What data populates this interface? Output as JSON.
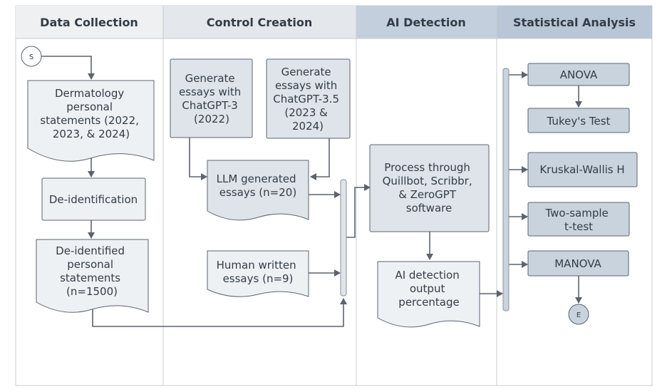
{
  "lanes": [
    {
      "title": "Data Collection"
    },
    {
      "title": "Control Creation"
    },
    {
      "title": "AI Detection"
    },
    {
      "title": "Statistical Analysis"
    }
  ],
  "nodes": {
    "start": "S",
    "derm_statements": [
      "Dermatology",
      "personal",
      "statements (2022,",
      "2023, & 2024)"
    ],
    "deidentification": [
      "De-identification"
    ],
    "deidentified_statements": [
      "De-identified",
      "personal",
      "statements",
      "(n=1500)"
    ],
    "gpt3": [
      "Generate",
      "essays with",
      "ChatGPT-3",
      "(2022)"
    ],
    "gpt35": [
      "Generate",
      "essays with",
      "ChatGPT-3.5",
      "(2023 &",
      "2024)"
    ],
    "llm_essays": [
      "LLM generated",
      "essays (n=20)"
    ],
    "human_essays": [
      "Human written",
      "essays (n=9)"
    ],
    "process": [
      "Process through",
      "Quillbot, Scribbr,",
      "& ZeroGPT",
      "software"
    ],
    "detection_output": [
      "AI detection",
      "output",
      "percentage"
    ],
    "anova": [
      "ANOVA"
    ],
    "tukey": [
      "Tukey's Test"
    ],
    "kruskal": [
      "Kruskal-Wallis H"
    ],
    "ttest": [
      "Two-sample",
      "t-test"
    ],
    "manova": [
      "MANOVA"
    ],
    "end": "E"
  },
  "colors": {
    "border": "#c8ccd1",
    "lane_header": "#e6e8eb",
    "lane_header_accent": "#bccada",
    "process_fill": "#dfe4ea",
    "document_fill": "#eef1f4",
    "stats_fill": "#c9d3de",
    "text": "#333c47",
    "connector": "#5c6470"
  }
}
